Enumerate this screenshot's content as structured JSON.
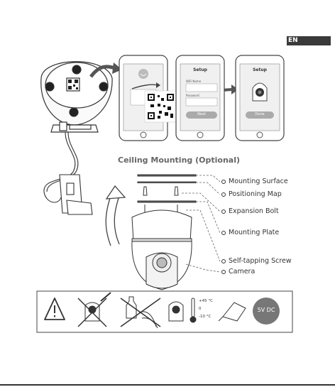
{
  "badge": {
    "language": "EN"
  },
  "phones": [
    {
      "screen_title": "",
      "button": ""
    },
    {
      "screen_title": "Setup",
      "field1": "WiFi Name",
      "field2": "Password",
      "button": "Next"
    },
    {
      "screen_title": "Setup",
      "button": "Done"
    }
  ],
  "section_title": "Ceiling Mounting (Optional)",
  "parts": [
    "Mounting Surface",
    "Positioning Map",
    "Expansion Bolt",
    "Mounting Plate",
    "Self-tapping Screw",
    "Camera"
  ],
  "warnings": {
    "temp_high": "+45 °C",
    "temp_mid": "0",
    "temp_low": "-10 °C",
    "power": "5V DC"
  },
  "icons": [
    "warning-triangle-icon",
    "no-disassemble-icon",
    "no-liquid-icon",
    "temperature-range-icon",
    "power-adapter-icon"
  ]
}
